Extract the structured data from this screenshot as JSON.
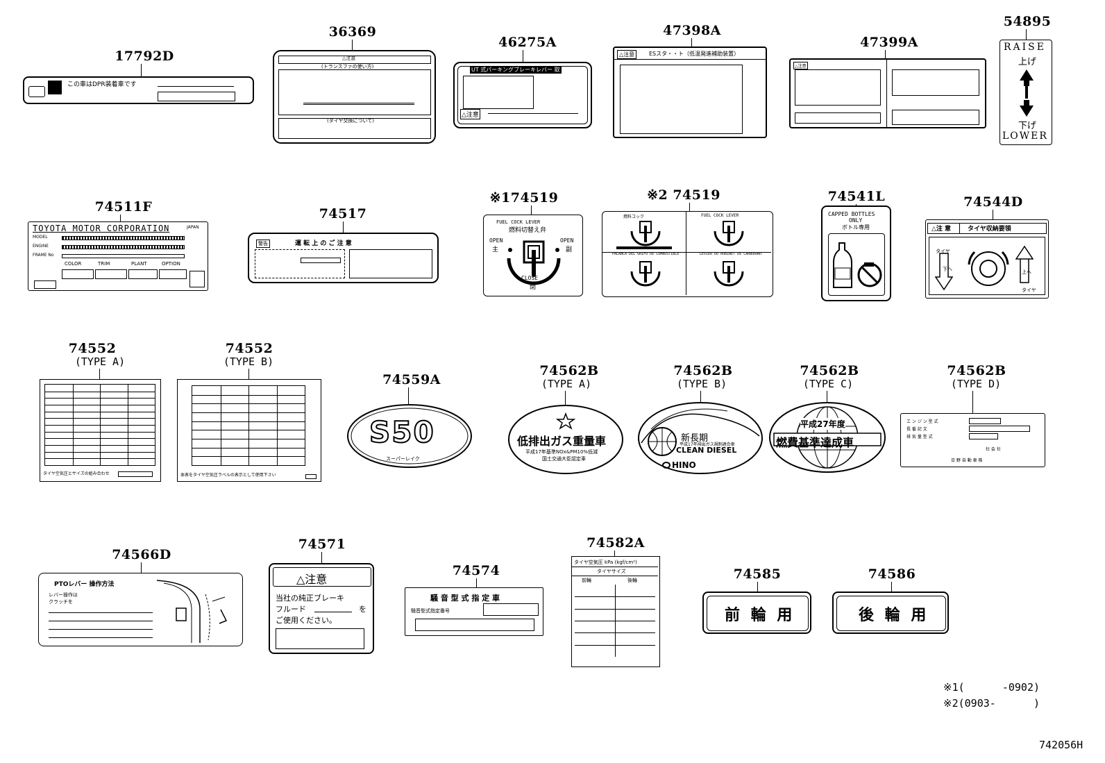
{
  "parts": {
    "p17792d": "17792D",
    "p36369": "36369",
    "p46275a": "46275A",
    "p47398a": "47398A",
    "p47399a": "47399A",
    "p54895": "54895",
    "p74511f": "74511F",
    "p74517": "74517",
    "p74519_1": "※174519",
    "p74519_2": "※2 74519",
    "p74541l": "74541L",
    "p74544d": "74544D",
    "p74552a": "74552",
    "p74552b": "74552",
    "p74559a": "74559A",
    "p74562b_a": "74562B",
    "p74562b_b": "74562B",
    "p74562b_c": "74562B",
    "p74562b_d": "74562B",
    "p74566d": "74566D",
    "p74571": "74571",
    "p74574": "74574",
    "p74582a": "74582A",
    "p74585": "74585",
    "p74586": "74586"
  },
  "types": {
    "type_a": "(TYPE A)",
    "type_b": "(TYPE B)",
    "type_c": "(TYPE C)",
    "type_d": "(TYPE D)"
  },
  "labels": {
    "l17792d": "この車はDPR装着車です",
    "l36369_top": "△注意",
    "l36369_mid": "(トランスファの使い方)",
    "l36369_bot": "(タイヤ交換について)",
    "l46275a_title": "UT 式パーキングブレーキレバー 取",
    "l46275a_warn": "△注意",
    "l47398a_warn": "△注意",
    "l47398a_title": "ESスタ・・ト（低温発進補助装置）",
    "l47399a_warn": "△注意",
    "l54895_raise": "RAISE",
    "l54895_up": "上げ",
    "l54895_down": "下げ",
    "l54895_lower": "LOWER",
    "l74511f_title": "TOYOTA MOTOR CORPORATION",
    "l74511f_japan": "JAPAN",
    "l74511f_model": "MODEL",
    "l74511f_engine": "ENGINE",
    "l74511f_frame": "FRAME No",
    "l74511f_color": "COLOR",
    "l74511f_trim": "TRIM",
    "l74511f_plant": "PLANT",
    "l74511f_option": "OPTION",
    "l74517_warn": "警告",
    "l74517_title": "運 転 上 の ご 注 意",
    "l74519_1_title": "FUEL COCK LEVER",
    "l74519_1_jp": "燃料切替え弁",
    "l74519_1_open": "OPEN",
    "l74519_1_close": "CLOSE",
    "l74519_1_main": "主",
    "l74519_1_sub": "副",
    "l74519_1_closed": "閉",
    "l74519_2_a": "燃料コック",
    "l74519_2_b": "FUEL COCK LEVER",
    "l74519_2_c": "PALANCA DEL GRIFO DE COMBUSTIBLE",
    "l74519_2_d": "LEVIER DU ROBINET DE CARBURANT",
    "l74541l_t1": "CAPPED BOTTLES",
    "l74541l_t2": "ONLY",
    "l74541l_t3": "ボトル専用",
    "l74544d_warn": "△注 意",
    "l74544d_title": "タイヤ収納要領",
    "l74544d_tire": "タイヤ",
    "l74544d_up": "上へ",
    "l74544d_down": "下へ",
    "l74552a_foot": "タイヤ空気圧とサイズの組み合わせ",
    "l74552b_foot": "本表をタイヤ空気圧ラベルの表示として使用下さい",
    "l74559a": "S50",
    "l74559a_sub": "スーパーレイク",
    "l74562b_a_t1": "低排出ガス重量車",
    "l74562b_a_t2": "平成17年基準NOx&PM10%低減",
    "l74562b_a_t3": "国土交通大臣認定車",
    "l74562b_b_t1": "新長期",
    "l74562b_b_t2": "平成17年排出ガス規制適合車",
    "l74562b_b_t3": "CLEAN DIESEL",
    "l74562b_b_t4": "HINO",
    "l74562b_c_t1": "平成27年度",
    "l74562b_c_t2": "燃費基準達成車",
    "l74562b_d_t1": "エ ン ジ ン 型 式",
    "l74562b_d_t2": "長 番 記 文",
    "l74562b_d_t3": "排 気 量 型 式",
    "l74562b_d_t4": "社 会 社",
    "l74562b_d_t5": "日 野 自 動 車 株",
    "l74566d_title": "PTOレバー 操作方法",
    "l74566d_a": "レバー操作は",
    "l74566d_b": "クラッチを",
    "l74571_title": "△注意",
    "l74571_t1": "当社の純正ブレーキ",
    "l74571_t2": "フルード",
    "l74571_t3": "を",
    "l74571_t4": "ご使用ください。",
    "l74574_title": "騒 音 型 式 指 定 車",
    "l74574_sub": "騒音型式指定番号",
    "l74582a_t1": "タイヤ空気圧 kPa (kgf/cm²)",
    "l74582a_t2": "タイヤサイズ",
    "l74582a_front": "前輪",
    "l74582a_rear": "後輪",
    "l74585": "前 輪 用",
    "l74586": "後 輪 用"
  },
  "notes": {
    "n1": "※1(      -0902)",
    "n2": "※2(0903-      )",
    "diagram_id": "742056H"
  }
}
